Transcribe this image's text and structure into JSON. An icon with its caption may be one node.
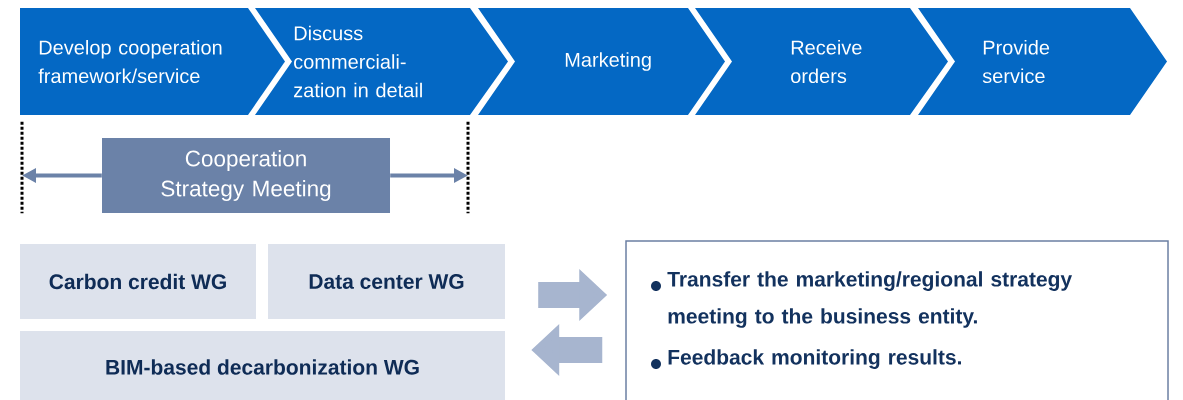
{
  "diagram": {
    "nodes": [
      {
        "text": [
          "Develop cooperation framework/service"
        ]
      },
      {
        "text": [
          "Discuss commerciali- zation in detail"
        ]
      },
      {
        "text": [
          "Marketing"
        ]
      },
      {
        "text": [
          "Receive orders"
        ]
      },
      {
        "text": [
          "Provide service"
        ]
      },
      {
        "text": [
          "Cooperation Strategy Meeting"
        ]
      },
      {
        "text": [
          "Carbon credit WG"
        ]
      },
      {
        "text": [
          "Data center WG"
        ]
      },
      {
        "text": [
          "BIM-based decarbonization WG"
        ]
      },
      {
        "text": [
          "Transfer the marketing/regional strategy meeting to the business entity.",
          "Feedback monitoring results."
        ]
      },
      {
        "text": [],
        "shape": "bar"
      },
      {
        "text": [],
        "shape": "bar"
      }
    ],
    "edges": [
      {
        "from": 5,
        "to": 10,
        "arrow": "to",
        "color": "#6b82a8"
      },
      {
        "from": 5,
        "to": 11,
        "arrow": "to",
        "color": "#6b82a8"
      },
      {
        "from": 7,
        "to": 9,
        "arrow": "to",
        "style": "thick",
        "color": "#a7b5cf"
      },
      {
        "from": 9,
        "to": 8,
        "arrow": "to",
        "style": "thick",
        "color": "#a7b5cf"
      }
    ]
  }
}
